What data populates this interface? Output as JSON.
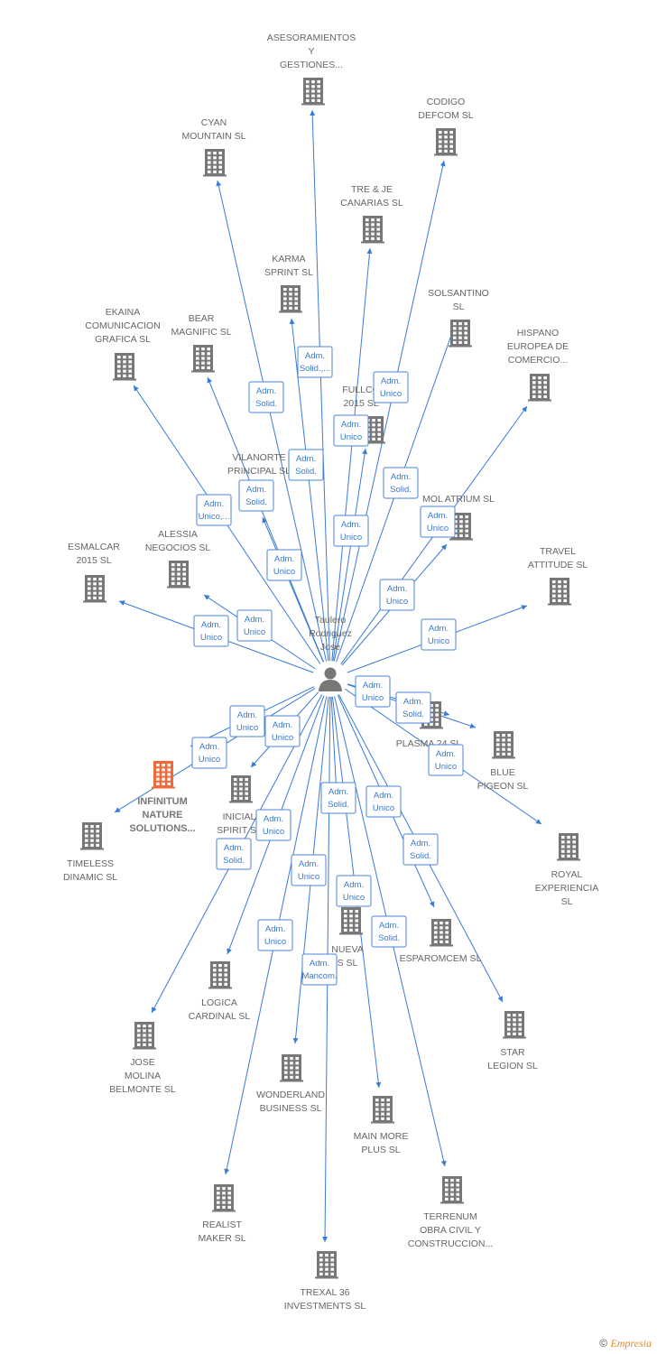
{
  "center": {
    "id": "person",
    "label": [
      "Taulero",
      "Rodriguez",
      "Jose"
    ]
  },
  "nodes": [
    {
      "id": "asesoramientos",
      "label": [
        "ASESORAMIENTOS",
        "Y",
        "GESTIONES..."
      ],
      "highlight": false
    },
    {
      "id": "codigo",
      "label": [
        "CODIGO",
        "DEFCOM  SL"
      ],
      "highlight": false
    },
    {
      "id": "cyan",
      "label": [
        "CYAN",
        "MOUNTAIN  SL"
      ],
      "highlight": false
    },
    {
      "id": "trejeh",
      "label": [
        "TRE & JE",
        "CANARIAS  SL"
      ],
      "highlight": false
    },
    {
      "id": "karma",
      "label": [
        "KARMA",
        "SPRINT  SL"
      ],
      "highlight": false
    },
    {
      "id": "solsantino",
      "label": [
        "SOLSANTINO",
        "SL"
      ],
      "highlight": false
    },
    {
      "id": "ekaina",
      "label": [
        "EKAINA",
        "COMUNICACION",
        "GRAFICA  SL"
      ],
      "highlight": false
    },
    {
      "id": "bear",
      "label": [
        "BEAR",
        "MAGNIFIC  SL"
      ],
      "highlight": false
    },
    {
      "id": "hispano",
      "label": [
        "HISPANO",
        "EUROPEA DE",
        "COMERCIO..."
      ],
      "highlight": false
    },
    {
      "id": "fullco",
      "label": [
        "FULLCO",
        "2015  SL"
      ],
      "highlight": false
    },
    {
      "id": "vilanorte",
      "label": [
        "VILANORTE",
        "PRINCIPAL  SL"
      ],
      "highlight": false
    },
    {
      "id": "molatrium",
      "label": [
        "MOL ATRIUM  SL"
      ],
      "highlight": false
    },
    {
      "id": "esmalcar",
      "label": [
        "ESMALCAR",
        "2015  SL"
      ],
      "highlight": false
    },
    {
      "id": "alessia",
      "label": [
        "ALESSIA",
        "NEGOCIOS  SL"
      ],
      "highlight": false
    },
    {
      "id": "travel",
      "label": [
        "TRAVEL",
        "ATTITUDE  SL"
      ],
      "highlight": false
    },
    {
      "id": "plasma",
      "label": [
        "PLASMA 24 SL"
      ],
      "highlight": false
    },
    {
      "id": "blue",
      "label": [
        "BLUE",
        "PIGEON  SL"
      ],
      "highlight": false
    },
    {
      "id": "infinitum",
      "label": [
        "INFINITUM",
        "NATURE",
        "SOLUTIONS..."
      ],
      "highlight": true
    },
    {
      "id": "inicial",
      "label": [
        "INICIAL",
        "SPIRIT  SL"
      ],
      "highlight": false
    },
    {
      "id": "timeless",
      "label": [
        "TIMELESS",
        "DINAMIC  SL"
      ],
      "highlight": false
    },
    {
      "id": "royal",
      "label": [
        "ROYAL",
        "EXPERIENCIA",
        "SL"
      ],
      "highlight": false
    },
    {
      "id": "nueva",
      "label": [
        "NUEVA",
        "S  SL"
      ],
      "highlight": false
    },
    {
      "id": "esparomcem",
      "label": [
        "ESPAROMCEM SL"
      ],
      "highlight": false
    },
    {
      "id": "logica",
      "label": [
        "LOGICA",
        "CARDINAL  SL"
      ],
      "highlight": false
    },
    {
      "id": "star",
      "label": [
        "STAR",
        "LEGION  SL"
      ],
      "highlight": false
    },
    {
      "id": "jose",
      "label": [
        "JOSE",
        "MOLINA",
        "BELMONTE  SL"
      ],
      "highlight": false
    },
    {
      "id": "wonderland",
      "label": [
        "WONDERLAND",
        "BUSINESS  SL"
      ],
      "highlight": false
    },
    {
      "id": "mainmore",
      "label": [
        "MAIN MORE",
        "PLUS  SL"
      ],
      "highlight": false
    },
    {
      "id": "realist",
      "label": [
        "REALIST",
        "MAKER  SL"
      ],
      "highlight": false
    },
    {
      "id": "terrenum",
      "label": [
        "TERRENUM",
        "OBRA CIVIL Y",
        "CONSTRUCCION..."
      ],
      "highlight": false
    },
    {
      "id": "trexal",
      "label": [
        "TREXAL 36",
        "INVESTMENTS SL"
      ],
      "highlight": false
    }
  ],
  "edges": [
    {
      "target": "asesoramientos",
      "label": [
        "Adm.",
        "Solid.,..."
      ]
    },
    {
      "target": "codigo",
      "label": [
        "Adm.",
        "Unico"
      ]
    },
    {
      "target": "cyan",
      "label": [
        "Adm.",
        "Solid."
      ]
    },
    {
      "target": "trejeh",
      "label": [
        "Adm.",
        "Unico"
      ]
    },
    {
      "target": "karma",
      "label": [
        "Adm.",
        "Solid."
      ]
    },
    {
      "target": "solsantino",
      "label": [
        "Adm.",
        "Solid."
      ]
    },
    {
      "target": "ekaina",
      "label": [
        "Adm.",
        "Unico,..."
      ]
    },
    {
      "target": "bear",
      "label": [
        "Adm.",
        "Solid."
      ]
    },
    {
      "target": "hispano",
      "label": [
        "Adm.",
        "Unico"
      ]
    },
    {
      "target": "fullco",
      "label": [
        "Adm.",
        "Unico"
      ]
    },
    {
      "target": "vilanorte",
      "label": [
        "Adm.",
        "Unico"
      ]
    },
    {
      "target": "molatrium",
      "label": [
        "Adm.",
        "Unico"
      ]
    },
    {
      "target": "esmalcar",
      "label": [
        "Adm.",
        "Unico"
      ]
    },
    {
      "target": "alessia",
      "label": [
        "Adm.",
        "Unico"
      ]
    },
    {
      "target": "travel",
      "label": [
        "Adm.",
        "Unico"
      ]
    },
    {
      "target": "plasma",
      "label": [
        "Adm.",
        "Unico"
      ]
    },
    {
      "target": "blue",
      "label": [
        "Adm.",
        "Solid."
      ]
    },
    {
      "target": "royal",
      "label": [
        "Adm.",
        "Unico"
      ]
    },
    {
      "target": "infinitum",
      "label": [
        "Adm.",
        "Unico"
      ]
    },
    {
      "target": "timeless",
      "label": [
        "Adm.",
        "Unico"
      ]
    },
    {
      "target": "inicial",
      "label": [
        "Adm.",
        "Unico"
      ]
    },
    {
      "target": "logica",
      "label": [
        "Adm.",
        "Unico"
      ]
    },
    {
      "target": "jose",
      "label": [
        "Adm.",
        "Solid."
      ]
    },
    {
      "target": "nueva",
      "label": [
        "Adm.",
        "Solid."
      ]
    },
    {
      "target": "esparomcem",
      "label": [
        "Adm.",
        "Unico"
      ]
    },
    {
      "target": "star",
      "label": [
        "Adm.",
        "Solid."
      ]
    },
    {
      "target": "wonderland",
      "label": [
        "Adm.",
        "Unico"
      ]
    },
    {
      "target": "mainmore",
      "label": [
        "Adm.",
        "Unico"
      ]
    },
    {
      "target": "terrenum",
      "label": [
        "Adm.",
        "Solid."
      ]
    },
    {
      "target": "realist",
      "label": [
        "Adm.",
        "Unico"
      ]
    },
    {
      "target": "trexal",
      "label": [
        "Adm.",
        "Mancom."
      ]
    }
  ],
  "colors": {
    "edge": "#3a7bd5",
    "building": "#777777",
    "building_highlight": "#f26a3a",
    "label": "#666666"
  },
  "footer": {
    "copyright": "©",
    "brand": "Empresia"
  }
}
